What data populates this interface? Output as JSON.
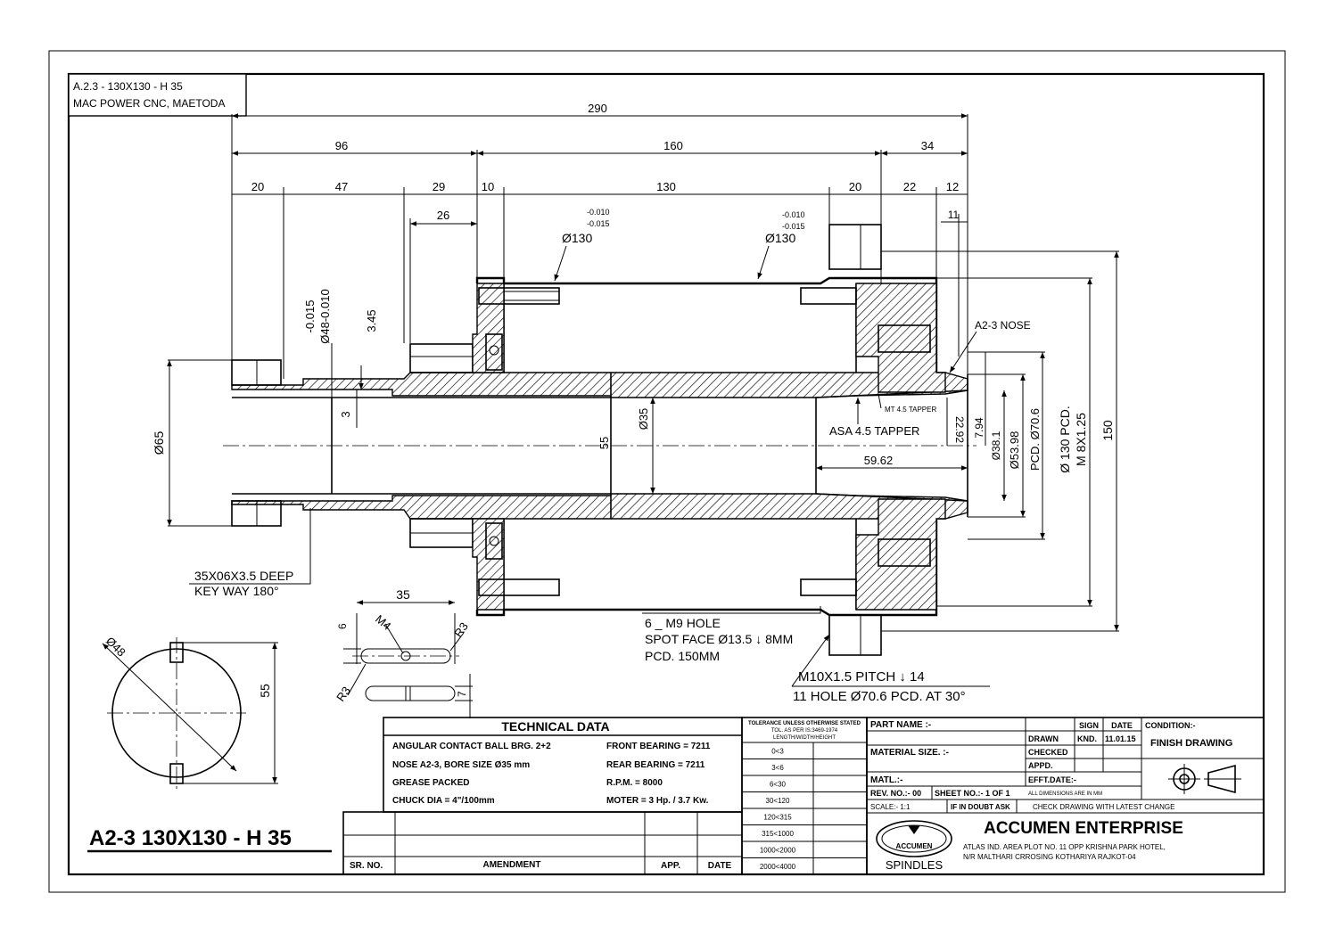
{
  "header_box": {
    "line1": "A.2.3 - 130X130 - H 35",
    "line2": "MAC POWER CNC, MAETODA"
  },
  "dimensions": {
    "overall": "290",
    "d96": "96",
    "d160": "160",
    "d34": "34",
    "d20a": "20",
    "d47": "47",
    "d29": "29",
    "d10": "10",
    "d130": "130",
    "d20b": "20",
    "d22": "22",
    "d12": "12",
    "d11": "11",
    "d26": "26",
    "dia130_left": "Ø130",
    "dia130_right": "Ø130",
    "tol_upper": "-0.010",
    "tol_lower": "-0.015",
    "dia48_tol": "-0.015",
    "dia48": "Ø48-0.010",
    "d345": "3.45",
    "d3": "3",
    "dia65": "Ø65",
    "d55": "55",
    "dia35": "Ø35",
    "asa_taper": "ASA 4.5 TAPPER",
    "mt_taper": "MT 4.5 TAPPER",
    "d5962": "59.62",
    "d2292": "22.92",
    "d794": "7.94",
    "dia381": "Ø38.1",
    "dia5398": "Ø53.98",
    "pcd706": "PCD. Ø70.6",
    "pcd130": "Ø 130 PCD.",
    "m8": "M 8X1.25",
    "d150": "150",
    "nose_label": "A2-3 NOSE"
  },
  "notes": {
    "keyway_line1": "35X06X3.5 DEEP",
    "keyway_line2": "KEY WAY 180°",
    "hole_line1": "6 _ M9 HOLE",
    "hole_line2": "SPOT FACE Ø13.5 ↓ 8MM",
    "hole_line3": "PCD. 150MM",
    "m10_line1": "M10X1.5 PITCH ↓ 14",
    "m10_line2": "11 HOLE Ø70.6 PCD. AT 30°"
  },
  "key_detail": {
    "d35": "35",
    "d6": "6",
    "m4": "M4",
    "r3a": "R3",
    "r3b": "R3",
    "d7": "7"
  },
  "end_view": {
    "dia48": "Ø48",
    "d55": "55"
  },
  "big_title": "A2-3  130X130 - H 35",
  "technical_data": {
    "heading": "TECHNICAL DATA",
    "rows": [
      {
        "left": "ANGULAR CONTACT BALL BRG. 2+2",
        "right": "FRONT  BEARING = 7211"
      },
      {
        "left": "NOSE A2-3, BORE SIZE  Ø35 mm",
        "right": "REAR  BEARING = 7211"
      },
      {
        "left": "GREASE PACKED",
        "right": "R.P.M. =  8000"
      },
      {
        "left": "CHUCK DIA =  4\"/100mm",
        "right": "MOTER  =  3 Hp. / 3.7 Kw."
      }
    ]
  },
  "tolerance": {
    "heading1": "TOLERANCE UNLESS OTHERWISE STATED",
    "heading2": "TOL. AS PER IS:3469-1974",
    "heading3": "LENGTH/WIDTH/HEIGHT",
    "ranges": [
      "0<3",
      "3<6",
      "6<30",
      "30<120",
      "120<315",
      "315<1000",
      "1000<2000",
      "2000<4000"
    ]
  },
  "amendment": {
    "sr_no": "SR. NO.",
    "amendment": "AMENDMENT",
    "app": "APP.",
    "date": "DATE"
  },
  "title_block": {
    "part_name": "PART NAME :-",
    "material_size": "MATERIAL SIZE. :-",
    "matl": "MATL.:-",
    "rev_no": "REV. NO.:- 00",
    "sheet_no": "SHEET NO.:- 1 OF 1",
    "scale": "SCALE:- 1:1",
    "if_in_doubt": "IF IN DOUBT ASK",
    "check_drawing": "CHECK DRAWING WITH LATEST CHANGE",
    "sign": "SIGN",
    "date": "DATE",
    "drawn": "DRAWN",
    "drawn_sign": "KND.",
    "drawn_date": "11.01.15",
    "checked": "CHECKED",
    "appd": "APPD.",
    "efft_date": "EFFT.DATE:-",
    "all_dims": "ALL DIMENSIONS ARE IN MM",
    "condition_label": "CONDITION:-",
    "condition_value": "FINISH DRAWING",
    "company": "ACCUMEN ENTERPRISE",
    "address1": "ATLAS IND. AREA PLOT NO. 11 OPP KRISHNA PARK HOTEL,",
    "address2": "N/R MALTHARI CRROSING KOTHARIYA RAJKOT-04",
    "logo_text": "ACCUMEN",
    "spindles": "SPINDLES"
  }
}
